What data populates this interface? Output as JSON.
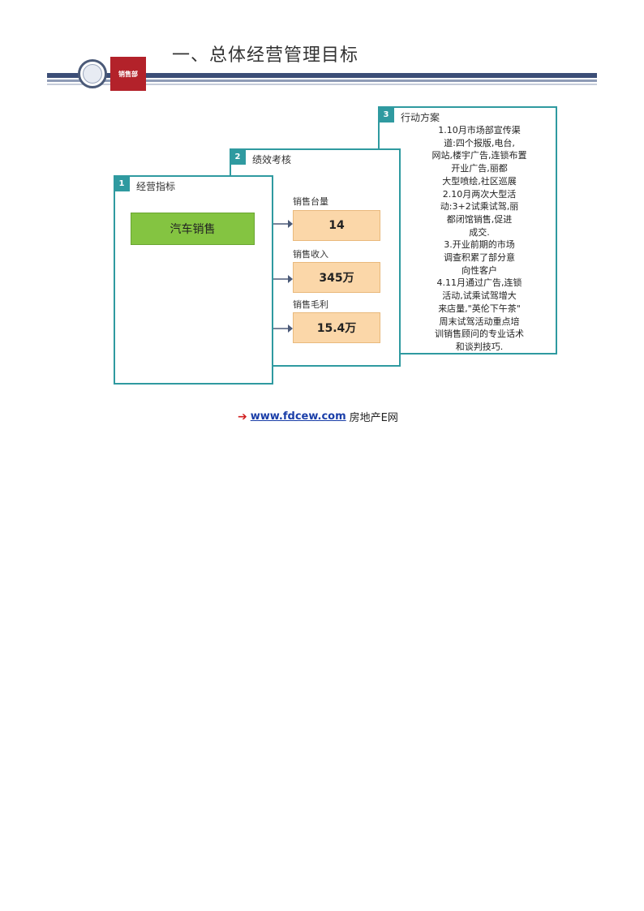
{
  "title": "一、总体经营管理目标",
  "logo": {
    "badge_text": "销售部"
  },
  "cards": {
    "action": {
      "number": "3",
      "heading": "行动方案",
      "lines": [
        "1.10月市场部宣传渠",
        "道:四个报版,电台,",
        "网站,楼宇广告,连锁布置",
        "开业广告,丽都",
        "大型喷绘,社区巡展",
        "2.10月两次大型活",
        "动:3+2试乘试驾,丽",
        "都闭馆销售,促进",
        "成交.",
        "3.开业前期的市场",
        "调查积累了部分意",
        "向性客户",
        "4.11月通过广告,连锁",
        "活动,试乘试驾增大",
        "来店量,\"英伦下午茶\"",
        "周末试驾活动重点培",
        "训销售顾问的专业话术",
        "和谈判技巧."
      ]
    },
    "performance": {
      "number": "2",
      "heading": "绩效考核",
      "metrics": [
        {
          "label": "销售台量",
          "value": "14"
        },
        {
          "label": "销售收入",
          "value": "345万"
        },
        {
          "label": "销售毛利",
          "value": "15.4万"
        }
      ]
    },
    "indicator": {
      "number": "1",
      "heading": "经营指标",
      "item": "汽车销售"
    }
  },
  "footer": {
    "link": "www.fdcew.com",
    "site": "房地产E网"
  },
  "colors": {
    "teal": "#2f9aa0",
    "green": "#84c441",
    "peach": "#fbd7a9",
    "navy": "#3c4e77",
    "red": "#b3222a"
  }
}
